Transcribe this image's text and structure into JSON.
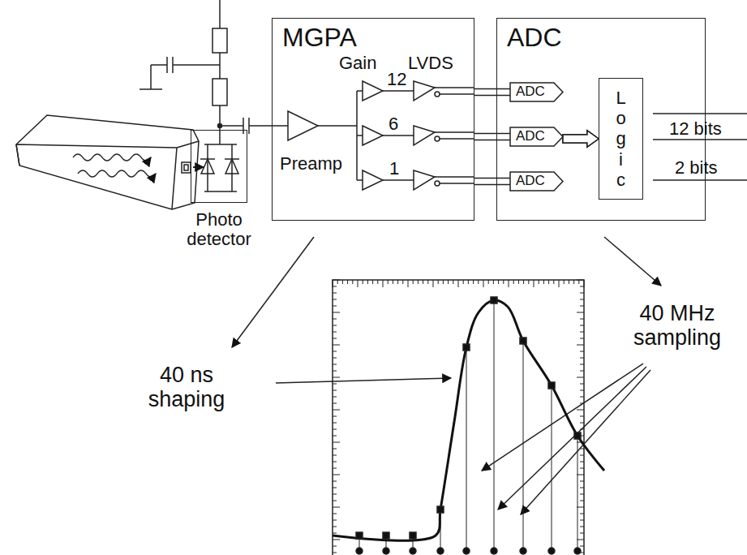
{
  "diagram": {
    "nodes": [
      {
        "text": [
          "MGPA"
        ]
      },
      {
        "text": [
          "ADC"
        ]
      },
      {
        "text": [
          "ADC"
        ],
        "in": 1
      },
      {
        "text": [
          "ADC"
        ],
        "in": 1
      },
      {
        "text": [
          "ADC"
        ],
        "in": 1
      },
      {
        "text": [
          "Logic"
        ],
        "in": 1
      },
      {
        "text": [
          "Photo detector"
        ]
      }
    ],
    "edges": [
      {
        "from": 0,
        "to": 2,
        "arrow": "none"
      },
      {
        "from": 0,
        "to": 3,
        "arrow": "none"
      },
      {
        "from": 0,
        "to": 4,
        "arrow": "none"
      },
      {
        "from": 2,
        "to": 5,
        "arrow": "to"
      },
      {
        "from": 3,
        "to": 5,
        "arrow": "to"
      },
      {
        "from": 4,
        "to": 5,
        "arrow": "to"
      }
    ],
    "labels": [
      "Gain",
      "LVDS",
      "12",
      "6",
      "1",
      "Preamp",
      "12 bits",
      "2 bits",
      "40 ns shaping",
      "40 MHz sampling"
    ]
  }
}
